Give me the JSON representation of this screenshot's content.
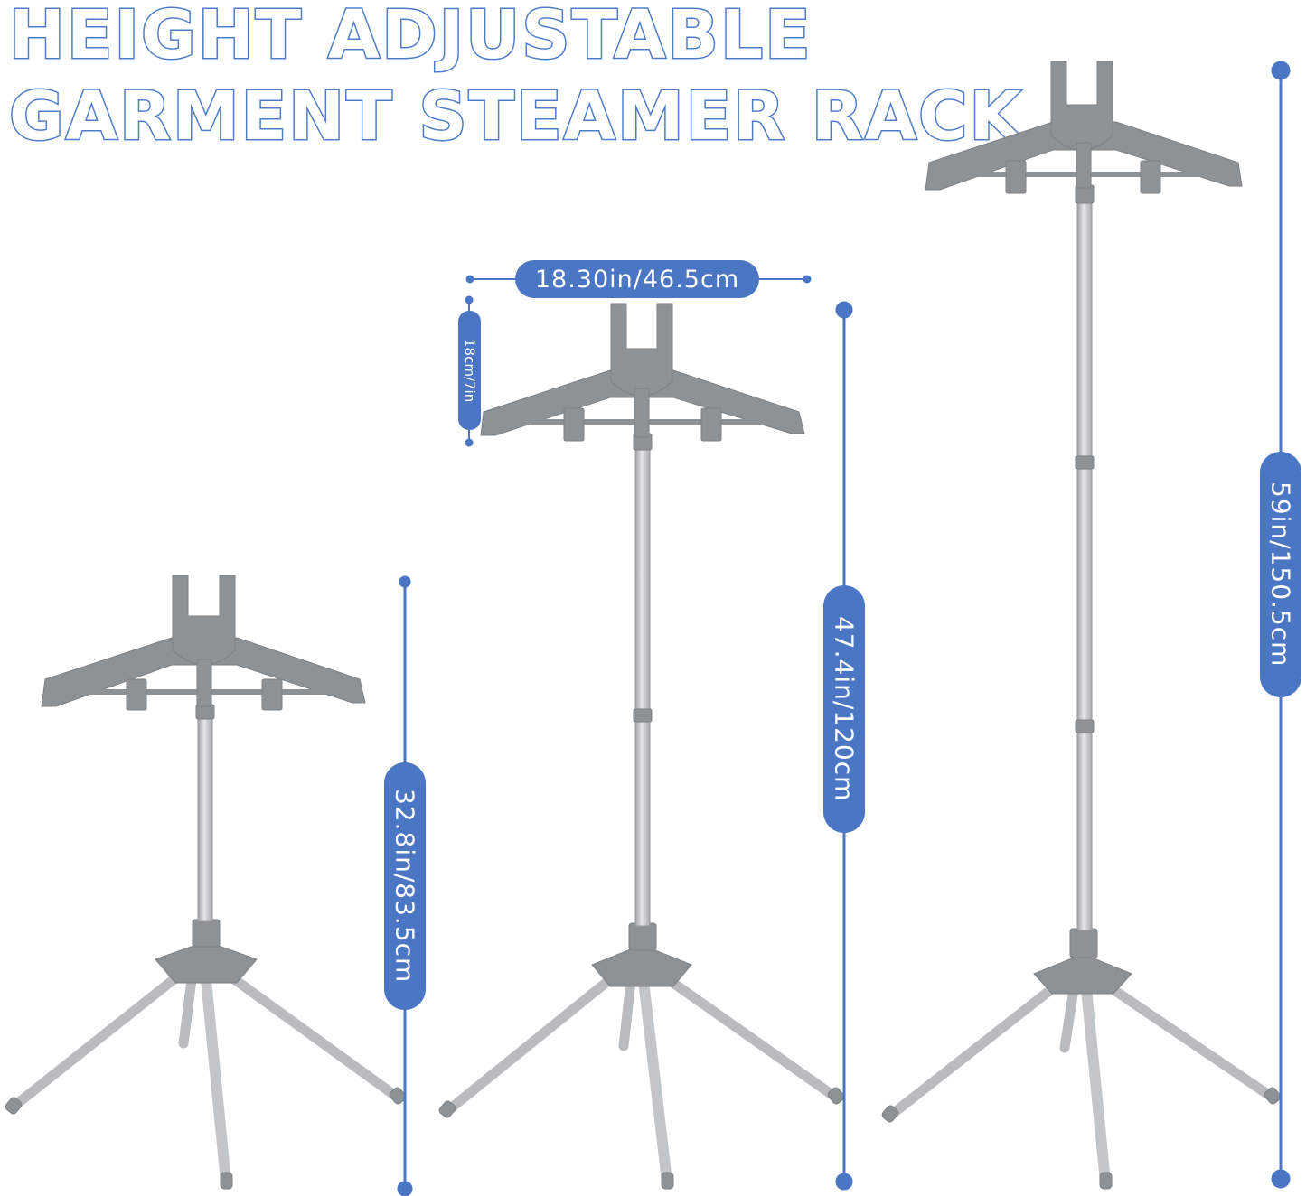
{
  "title": {
    "line1": "HEIGHT ADJUSTABLE",
    "line2": "GARMENT STEAMER RACK"
  },
  "colors": {
    "accent": "#4a76c4",
    "title_outline": "#4f7cc7",
    "rack_plastic": "#8d9296",
    "rack_pole": "#c9ccce"
  },
  "dimensions": {
    "width": "18.30in/46.5cm",
    "hanger_height": "18cm/7in",
    "short": "32.8in/83.5cm",
    "medium": "47.4in/120cm",
    "tall": "59in/150.5cm"
  }
}
